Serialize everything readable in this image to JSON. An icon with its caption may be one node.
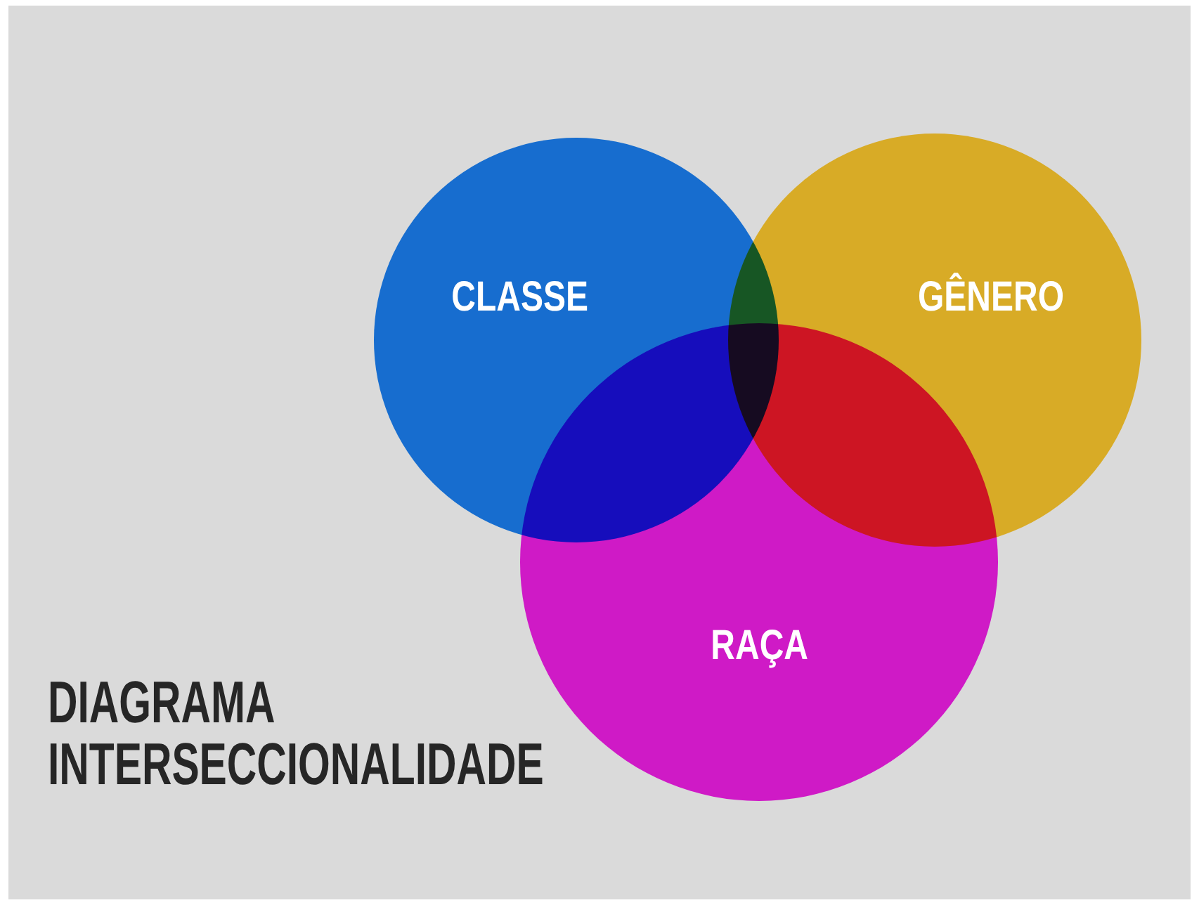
{
  "diagram": {
    "title": "DIAGRAMA INTERSECCIONALIDADE",
    "nodes": [
      {
        "text": [
          "CLASSE"
        ]
      },
      {
        "text": [
          "GÊNERO"
        ]
      },
      {
        "text": [
          "RAÇA"
        ]
      }
    ],
    "edges": []
  }
}
